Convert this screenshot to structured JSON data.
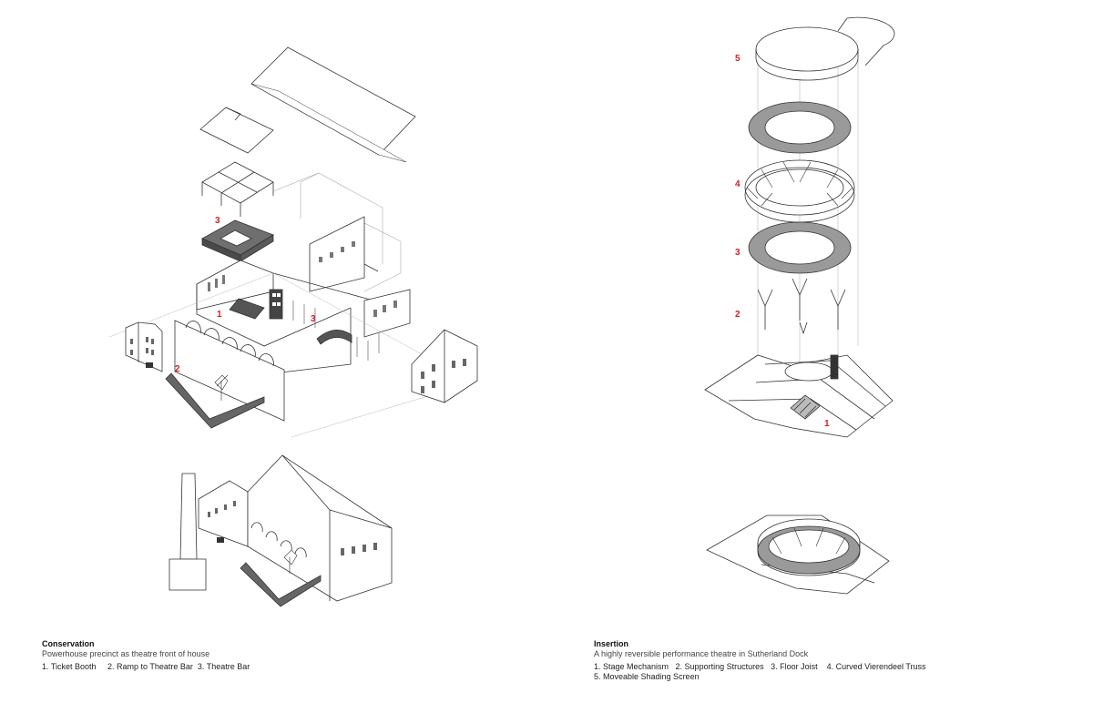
{
  "conservation": {
    "title": "Conservation",
    "subtitle": "Powerhouse precinct as theatre front of house",
    "legend": "1. Ticket Booth     2. Ramp to Theatre Bar  3. Theatre Bar",
    "markers": [
      "3",
      "1",
      "3",
      "2"
    ]
  },
  "insertion": {
    "title": "Insertion",
    "subtitle": "A highly reversible performance theatre in Sutherland Dock",
    "legend_line1": "1. Stage Mechanism   2. Supporting Structures   3. Floor Joist    4. Curved Vierendeel Truss",
    "legend_line2": "5. Moveable Shading Screen",
    "markers": [
      "5",
      "4",
      "3",
      "2",
      "1"
    ]
  },
  "colors": {
    "marker": "#d42027",
    "line": "#333333",
    "dark": "#555555"
  }
}
